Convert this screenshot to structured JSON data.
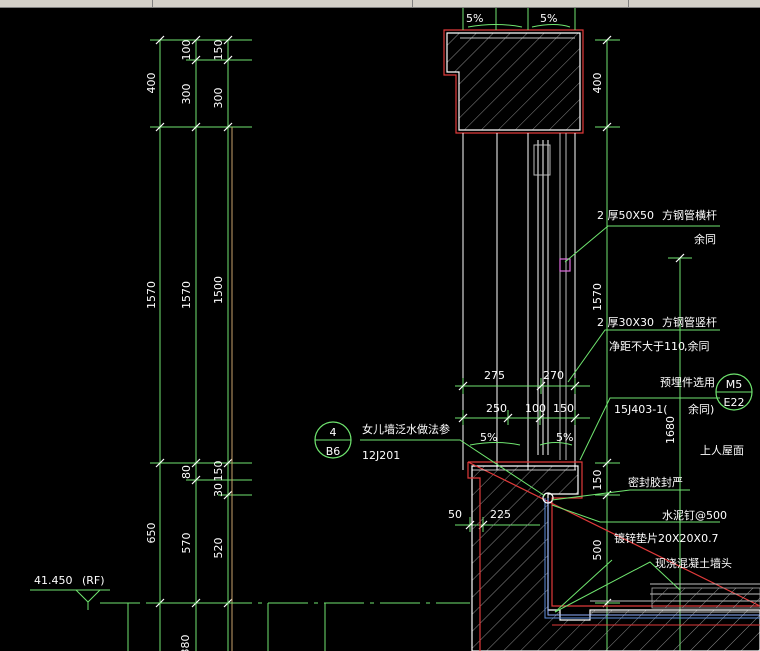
{
  "slopes": {
    "top_left": "5%",
    "top_right": "5%",
    "bottom_left": "5%",
    "bottom_right": "5%"
  },
  "dims": {
    "left": {
      "c1": [
        "400",
        "1570",
        "650"
      ],
      "c2": [
        "100",
        "300",
        "1570",
        "80",
        "570"
      ],
      "c3": [
        "150",
        "300",
        "1500",
        "150",
        "30",
        "520"
      ],
      "bottom": "380"
    },
    "right": {
      "a": [
        "400",
        "1570",
        "150",
        "500"
      ],
      "b": "1680"
    },
    "horizontal": {
      "row1": [
        "275",
        "270"
      ],
      "row2": [
        "250",
        "100",
        "150"
      ],
      "row3": [
        "50",
        "225"
      ]
    }
  },
  "labels": {
    "rail": {
      "spec": "2 厚50X50",
      "name": "方钢管横杆",
      "note": "余同"
    },
    "post": {
      "spec": "2 厚30X30",
      "name": "方钢管竖杆",
      "note_a": "净距不大于110",
      "note_b": ",余同"
    },
    "embed": {
      "title": "预埋件选用",
      "ref": "15J403-1(",
      "note": "余同)"
    },
    "roof": "上人屋面",
    "parapet": {
      "text": "女儿墙泛水做法参",
      "ref": "12J201"
    },
    "sealant": "密封胶封严",
    "nail": "水泥钉@500",
    "washer": "镀锌垫片20X20X0.7",
    "cap": "现浇混凝土墙头",
    "elevation": "41.450",
    "floor": "(RF)"
  },
  "bubbles": {
    "left": {
      "top": "4",
      "bottom": "B6"
    },
    "right": {
      "top": "M5",
      "bottom": "E22"
    }
  }
}
